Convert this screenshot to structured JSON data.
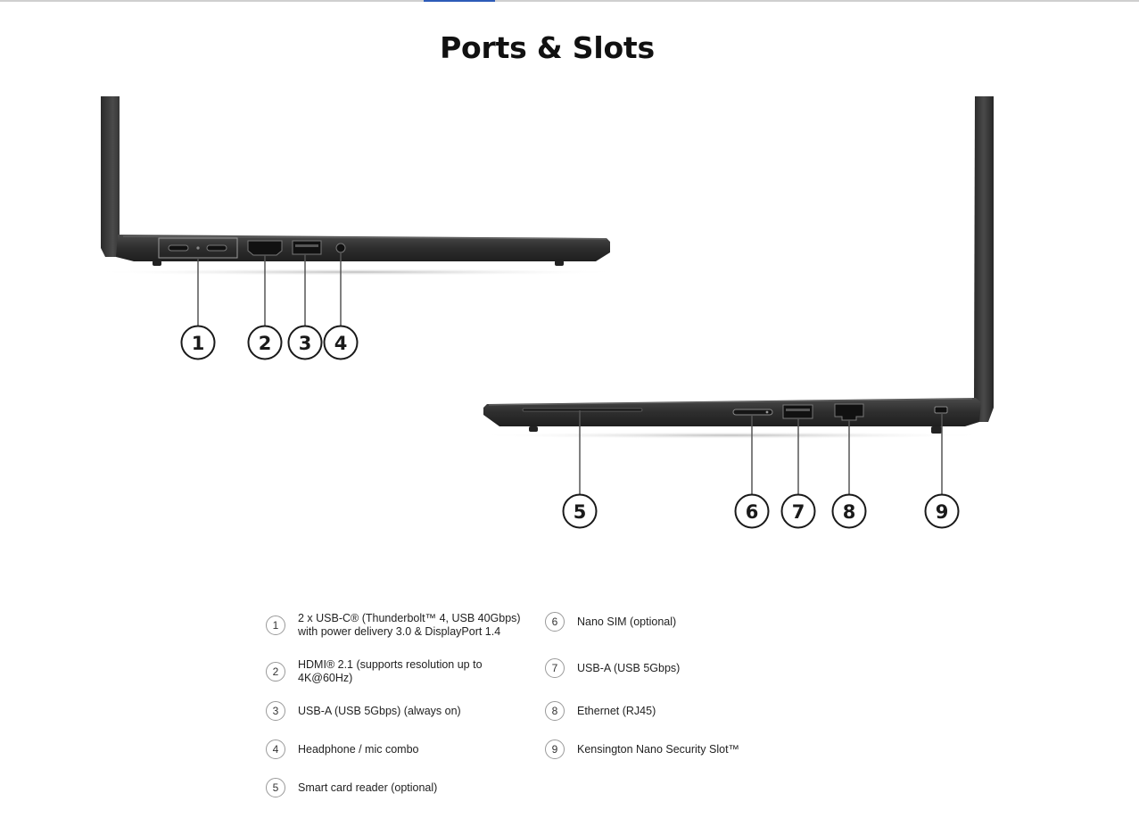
{
  "page": {
    "title": "Ports & Slots"
  },
  "callouts": {
    "c1": "1",
    "c2": "2",
    "c3": "3",
    "c4": "4",
    "c5": "5",
    "c6": "6",
    "c7": "7",
    "c8": "8",
    "c9": "9"
  },
  "legend": {
    "items": [
      {
        "num": "1",
        "text": "2 x USB-C® (Thunderbolt™ 4, USB 40Gbps) with power delivery 3.0 & DisplayPort 1.4"
      },
      {
        "num": "2",
        "text": "HDMI® 2.1 (supports resolution up to 4K@60Hz)"
      },
      {
        "num": "3",
        "text": "USB-A (USB 5Gbps) (always on)"
      },
      {
        "num": "4",
        "text": "Headphone / mic combo"
      },
      {
        "num": "5",
        "text": "Smart card reader (optional)"
      },
      {
        "num": "6",
        "text": "Nano SIM (optional)"
      },
      {
        "num": "7",
        "text": "USB-A (USB 5Gbps)"
      },
      {
        "num": "8",
        "text": "Ethernet (RJ45)"
      },
      {
        "num": "9",
        "text": "Kensington Nano Security Slot™"
      }
    ]
  },
  "colors": {
    "laptop_body": "#3a3a3a",
    "tab_indicator": "#2d5bb8",
    "callout_stroke": "#1a1a1a"
  }
}
